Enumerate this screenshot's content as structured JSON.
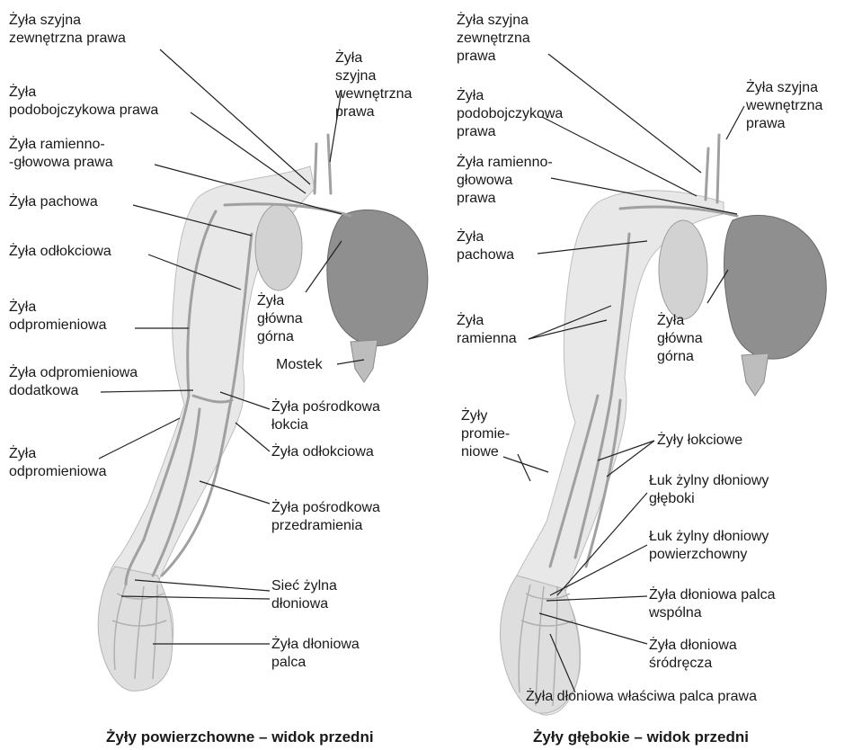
{
  "captions": {
    "left": "Żyły powierzchowne – widok przedni",
    "right": "Żyły głębokie – widok przedni"
  },
  "left_labels": {
    "jugular_ext": [
      "Żyła szyjna",
      "zewnętrzna prawa"
    ],
    "jugular_int": [
      "Żyła",
      "szyjna",
      "wewnętrzna",
      "prawa"
    ],
    "subclavian": [
      "Żyła",
      "podobojczykowa prawa"
    ],
    "brachiocephalic": [
      "Żyła ramienno-",
      "-głowowa prawa"
    ],
    "axillary": [
      "Żyła pachowa"
    ],
    "basilic": [
      "Żyła odłokciowa"
    ],
    "cephalic": [
      "Żyła",
      "odpromieniowa"
    ],
    "svc": [
      "Żyła",
      "główna",
      "górna"
    ],
    "sternum": [
      "Mostek"
    ],
    "accessory_cephalic": [
      "Żyła odpromieniowa",
      "dodatkowa"
    ],
    "median_cubital": [
      "Żyła pośrodkowa",
      "łokcia"
    ],
    "basilic_lower": [
      "Żyła odłokciowa"
    ],
    "cephalic_lower": [
      "Żyła",
      "odpromieniowa"
    ],
    "median_antebrachial": [
      "Żyła pośrodkowa",
      "przedramienia"
    ],
    "dorsal_network": [
      "Sieć żylna",
      "dłoniowa"
    ],
    "digital": [
      "Żyła dłoniowa",
      "palca"
    ]
  },
  "right_labels": {
    "jugular_ext": [
      "Żyła szyjna",
      "zewnętrzna",
      "prawa"
    ],
    "jugular_int": [
      "Żyła szyjna",
      "wewnętrzna",
      "prawa"
    ],
    "subclavian": [
      "Żyła",
      "podobojczykowa",
      "prawa"
    ],
    "brachiocephalic": [
      "Żyła ramienno-",
      "głowowa",
      "prawa"
    ],
    "axillary": [
      "Żyła",
      "pachowa"
    ],
    "brachial": [
      "Żyła",
      "ramienna"
    ],
    "svc": [
      "Żyła",
      "główna",
      "górna"
    ],
    "radial": [
      "Żyły",
      "promie-",
      "niowe"
    ],
    "ulnar": [
      "Żyły łokciowe"
    ],
    "deep_arch": [
      "Łuk żylny dłoniowy",
      "głęboki"
    ],
    "superficial_arch": [
      "Łuk żylny dłoniowy",
      "powierzchowny"
    ],
    "common_digital": [
      "Żyła dłoniowa palca",
      "wspólna"
    ],
    "metacarpal": [
      "Żyła dłoniowa",
      "śródręcza"
    ],
    "proper_digital": [
      "Żyła dłoniowa właściwa palca prawa"
    ]
  },
  "colors": {
    "limb": "#e6e6e6",
    "heart": "#8f8f8f",
    "vein": "#a9a9a9",
    "line": "#222222"
  }
}
